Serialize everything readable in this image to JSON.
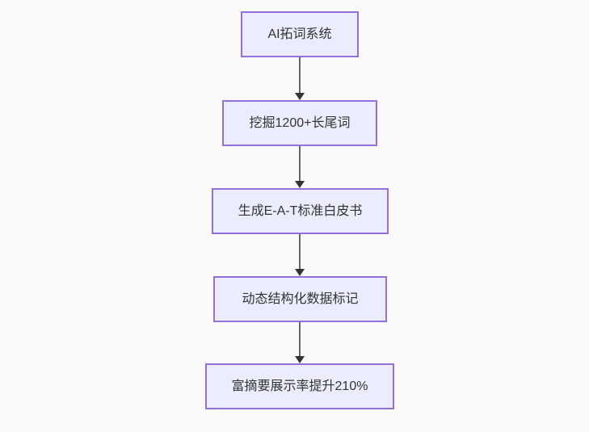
{
  "diagram": {
    "type": "flowchart",
    "direction": "top-down",
    "nodes": [
      {
        "id": "node-1",
        "label": "AI拓词系统"
      },
      {
        "id": "node-2",
        "label": "挖掘1200+长尾词"
      },
      {
        "id": "node-3",
        "label": "生成E-A-T标准白皮书"
      },
      {
        "id": "node-4",
        "label": "动态结构化数据标记"
      },
      {
        "id": "node-5",
        "label": "富摘要展示率提升210%"
      }
    ],
    "edges": [
      {
        "from": "node-1",
        "to": "node-2",
        "style": "arrow-down"
      },
      {
        "from": "node-2",
        "to": "node-3",
        "style": "arrow-down"
      },
      {
        "from": "node-3",
        "to": "node-4",
        "style": "arrow-down"
      },
      {
        "from": "node-4",
        "to": "node-5",
        "style": "arrow-down"
      }
    ],
    "colors": {
      "background": "#fafafa",
      "node_fill": "#ECECFF",
      "node_border": "#9370DB",
      "node_text": "#333333",
      "arrow_line": "#666666",
      "arrow_head": "#333333"
    }
  }
}
